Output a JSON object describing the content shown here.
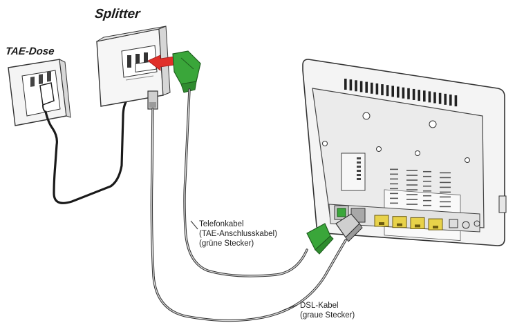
{
  "labels": {
    "tae_dose": "TAE-Dose",
    "splitter": "Splitter",
    "telefonkabel": [
      "Telefonkabel",
      "(TAE-Anschlusskabel)",
      "(grüne Stecker)"
    ],
    "dsl_kabel": [
      "DSL-Kabel",
      "(graue Stecker)"
    ]
  },
  "colors": {
    "green_plug": "#3aa63a",
    "yellow_port": "#e8d24a",
    "red_arrow": "#e0302a",
    "device_fill": "#f2f2f2",
    "line": "#333333"
  }
}
